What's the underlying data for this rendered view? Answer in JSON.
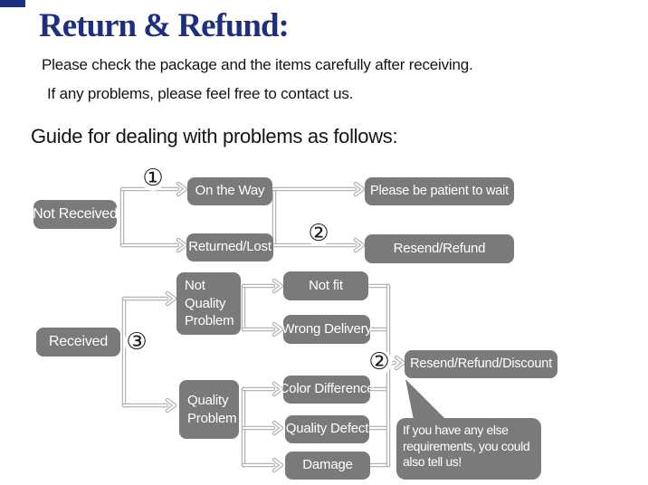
{
  "page": {
    "title": "Return & Refund:",
    "intro_line1": "Please check the package and the items carefully after receiving.",
    "intro_line2": "If any problems, please feel free to contact us.",
    "guide_heading": "Guide for dealing with problems as follows:"
  },
  "colors": {
    "title_navy": "#1e2f82",
    "node_gray": "#7a7a7a",
    "connector_gray": "#b5b5b5"
  },
  "steps": {
    "one": "①",
    "two": "②",
    "three": "③"
  },
  "flow": {
    "not_received": "Not Received",
    "on_the_way": "On the Way",
    "returned_lost": "Returned/Lost",
    "please_be_patient": "Please be patient to wait",
    "resend_refund": "Resend/Refund",
    "received": "Received",
    "not_quality_problem": "Not Quality Problem",
    "not_fit": "Not fit",
    "wrong_delivery": "Wrong Delivery",
    "quality_problem": "Quality Problem",
    "color_difference": "Color Difference",
    "quality_defect": "Quality Defect",
    "damage": "Damage",
    "resend_refund_discount": "Resend/Refund/Discount",
    "bubble_note": "If you have any else requirements, you could also tell us!"
  }
}
